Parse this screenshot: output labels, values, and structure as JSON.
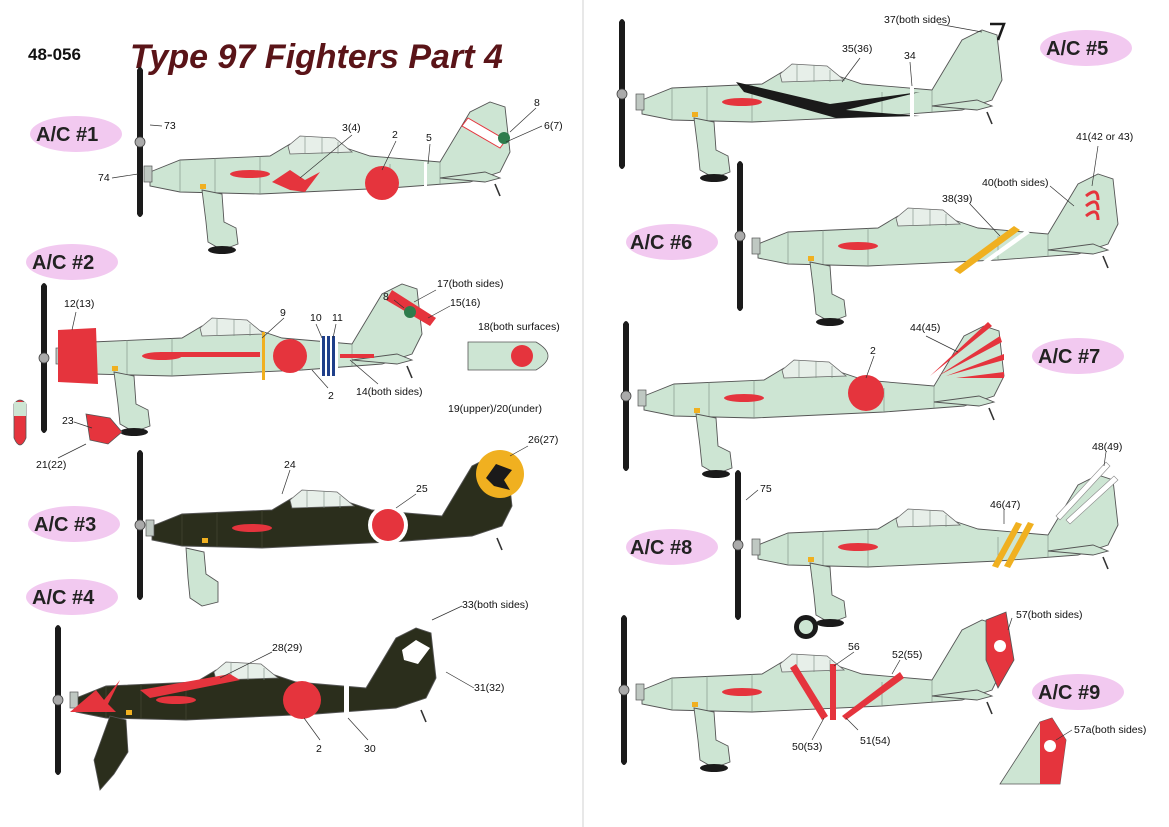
{
  "sheet": {
    "code": "48-056",
    "title": "Type 97 Fighters Part 4"
  },
  "colors": {
    "page": "#ffffff",
    "title": "#5a1418",
    "label_bubble": "#f2c9f0",
    "light_grey_green": "#cde5d3",
    "dark_green": "#2b2e1c",
    "hinomaru_red": "#e5343d",
    "yellow": "#f0b020",
    "prop_black": "#1a1a1a"
  },
  "aircraft": [
    {
      "label": "A/C #1",
      "scheme": "light",
      "callouts": [
        "73",
        "74",
        "3(4)",
        "2",
        "5",
        "8",
        "6(7)"
      ]
    },
    {
      "label": "A/C #2",
      "scheme": "light",
      "callouts": [
        "12(13)",
        "9",
        "10",
        "11",
        "8",
        "17(both sides)",
        "15(16)",
        "2",
        "14(both sides)",
        "18(both surfaces)",
        "19(upper)/20(under)",
        "23",
        "21(22)"
      ]
    },
    {
      "label": "A/C #3",
      "scheme": "dark",
      "callouts": [
        "24",
        "25",
        "26(27)"
      ]
    },
    {
      "label": "A/C #4",
      "scheme": "dark",
      "callouts": [
        "33(both sides)",
        "28(29)",
        "31(32)",
        "2",
        "30"
      ]
    },
    {
      "label": "A/C #5",
      "scheme": "light",
      "callouts": [
        "37(both sides)",
        "35(36)",
        "34"
      ]
    },
    {
      "label": "A/C #6",
      "scheme": "light",
      "callouts": [
        "41(42 or 43)",
        "40(both sides)",
        "38(39)"
      ]
    },
    {
      "label": "A/C #7",
      "scheme": "light",
      "callouts": [
        "44(45)",
        "2"
      ]
    },
    {
      "label": "A/C #8",
      "scheme": "light",
      "callouts": [
        "48(49)",
        "75",
        "46(47)"
      ]
    },
    {
      "label": "A/C #9",
      "scheme": "light",
      "callouts": [
        "57(both sides)",
        "56",
        "52(55)",
        "50(53)",
        "51(54)",
        "57a(both sides)"
      ]
    }
  ]
}
